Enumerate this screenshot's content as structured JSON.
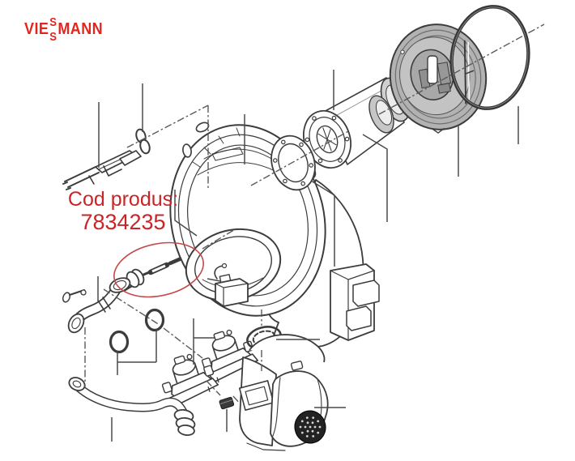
{
  "logo": {
    "part1": "VIE",
    "s_top": "S",
    "s_bottom": "S",
    "part2": "MANN"
  },
  "annotation": {
    "label": "Cod produs:",
    "code": "7834235"
  },
  "colors": {
    "brand_red": "#e2261f",
    "annotation_red": "#c92427",
    "highlight_red": "#c64848",
    "line_color": "#3c3c3c",
    "leader_color": "#4a4a4a",
    "centerline_color": "#5a5a5a",
    "disc_gray": "#b2b2b2",
    "disc_face_gray": "#c3c3c3",
    "background": "#ffffff"
  }
}
